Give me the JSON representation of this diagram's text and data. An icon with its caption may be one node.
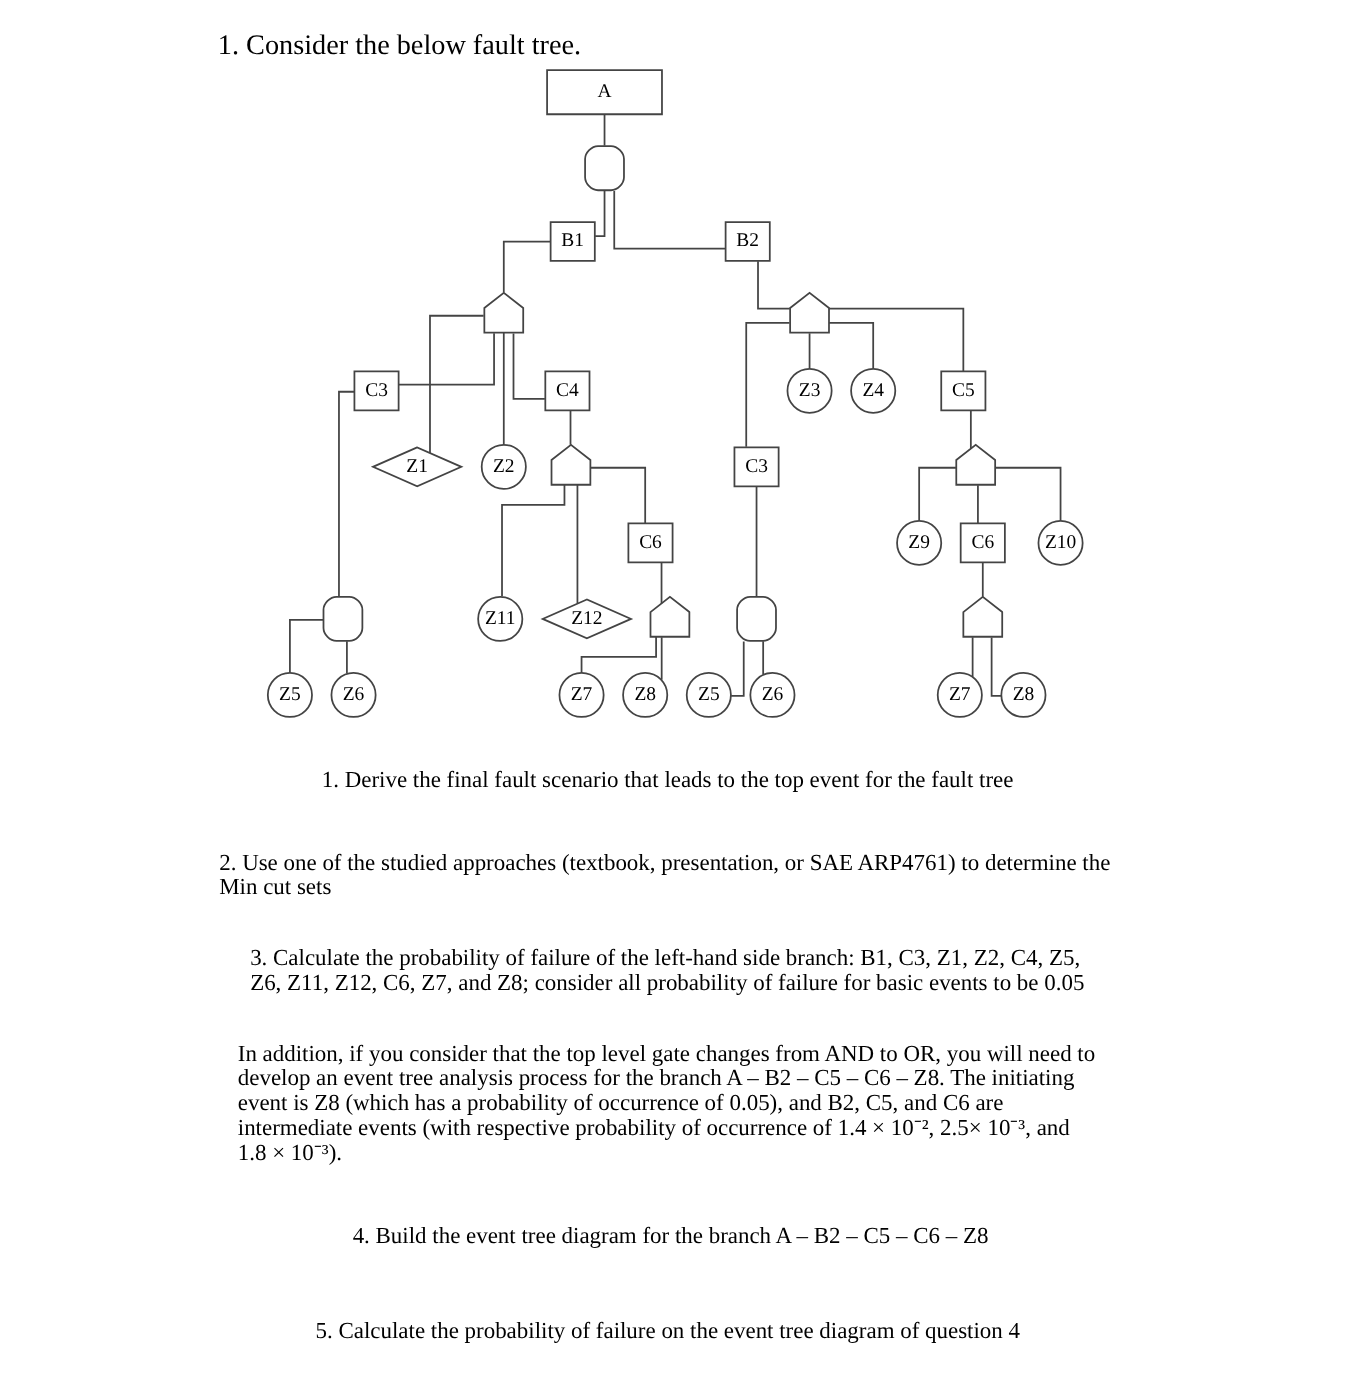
{
  "diagram": {
    "title": "1. Consider the below fault tree.",
    "nodes": [
      {
        "text": [
          "A"
        ]
      },
      {
        "text": [],
        "shape": "and-gate"
      },
      {
        "text": [
          "B1"
        ]
      },
      {
        "text": [
          "B2"
        ]
      },
      {
        "text": [],
        "shape": "or-gate"
      },
      {
        "text": [
          "C3"
        ]
      },
      {
        "text": [
          "Z1"
        ]
      },
      {
        "text": [
          "Z2"
        ]
      },
      {
        "text": [
          "C4"
        ]
      },
      {
        "text": [],
        "shape": "and-gate"
      },
      {
        "text": [
          "Z5"
        ]
      },
      {
        "text": [
          "Z6"
        ]
      },
      {
        "text": [],
        "shape": "or-gate"
      },
      {
        "text": [
          "Z11"
        ]
      },
      {
        "text": [
          "Z12"
        ]
      },
      {
        "text": [
          "C6"
        ]
      },
      {
        "text": [],
        "shape": "or-gate"
      },
      {
        "text": [
          "Z7"
        ]
      },
      {
        "text": [
          "Z8"
        ]
      },
      {
        "text": [],
        "shape": "or-gate"
      },
      {
        "text": [
          "C3"
        ]
      },
      {
        "text": [
          "Z3"
        ]
      },
      {
        "text": [
          "Z4"
        ]
      },
      {
        "text": [
          "C5"
        ]
      },
      {
        "text": [],
        "shape": "and-gate"
      },
      {
        "text": [
          "Z5"
        ]
      },
      {
        "text": [
          "Z6"
        ]
      },
      {
        "text": [],
        "shape": "or-gate"
      },
      {
        "text": [
          "Z9"
        ]
      },
      {
        "text": [
          "C6"
        ]
      },
      {
        "text": [
          "Z10"
        ]
      },
      {
        "text": [],
        "shape": "or-gate"
      },
      {
        "text": [
          "Z7"
        ]
      },
      {
        "text": [
          "Z8"
        ]
      }
    ],
    "edges": [
      {
        "from": 0,
        "to": 1,
        "arrow": "none"
      },
      {
        "from": 1,
        "to": 2,
        "arrow": "none"
      },
      {
        "from": 1,
        "to": 3,
        "arrow": "none"
      },
      {
        "from": 2,
        "to": 4,
        "arrow": "none"
      },
      {
        "from": 4,
        "to": 5,
        "arrow": "none"
      },
      {
        "from": 4,
        "to": 6,
        "arrow": "none"
      },
      {
        "from": 4,
        "to": 7,
        "arrow": "none"
      },
      {
        "from": 4,
        "to": 8,
        "arrow": "none"
      },
      {
        "from": 5,
        "to": 9,
        "arrow": "none"
      },
      {
        "from": 9,
        "to": 10,
        "arrow": "none"
      },
      {
        "from": 9,
        "to": 11,
        "arrow": "none"
      },
      {
        "from": 8,
        "to": 12,
        "arrow": "none"
      },
      {
        "from": 12,
        "to": 13,
        "arrow": "none"
      },
      {
        "from": 12,
        "to": 14,
        "arrow": "none"
      },
      {
        "from": 12,
        "to": 15,
        "arrow": "none"
      },
      {
        "from": 15,
        "to": 16,
        "arrow": "none"
      },
      {
        "from": 16,
        "to": 17,
        "arrow": "none"
      },
      {
        "from": 16,
        "to": 18,
        "arrow": "none"
      },
      {
        "from": 3,
        "to": 19,
        "arrow": "none"
      },
      {
        "from": 19,
        "to": 20,
        "arrow": "none"
      },
      {
        "from": 19,
        "to": 21,
        "arrow": "none"
      },
      {
        "from": 19,
        "to": 22,
        "arrow": "none"
      },
      {
        "from": 19,
        "to": 23,
        "arrow": "none"
      },
      {
        "from": 20,
        "to": 24,
        "arrow": "none"
      },
      {
        "from": 24,
        "to": 25,
        "arrow": "none"
      },
      {
        "from": 24,
        "to": 26,
        "arrow": "none"
      },
      {
        "from": 23,
        "to": 27,
        "arrow": "none"
      },
      {
        "from": 27,
        "to": 28,
        "arrow": "none"
      },
      {
        "from": 27,
        "to": 29,
        "arrow": "none"
      },
      {
        "from": 27,
        "to": 30,
        "arrow": "none"
      },
      {
        "from": 29,
        "to": 31,
        "arrow": "none"
      },
      {
        "from": 31,
        "to": 32,
        "arrow": "none"
      },
      {
        "from": 31,
        "to": 33,
        "arrow": "none"
      }
    ],
    "labels": [
      "1. Derive the final fault scenario that leads to the top event for the fault tree",
      "2. Use one of the studied approaches (textbook, presentation, or SAE ARP4761) to determine the Min cut sets",
      "3. Calculate the probability of failure of the left-hand side branch: B1, C3, Z1, Z2, C4, Z5, Z6, Z11, Z12, C6, Z7, and Z8; consider all probability of failure for basic events to be 0.05",
      "In addition, if you consider that the top level gate changes from AND to OR, you will need to develop an event tree analysis process for the branch A – B2 – C5 – C6 – Z8. The initiating event is Z8 (which has a probability of occurrence of 0.05), and B2, C5, and C6 are intermediate events (with respective probability of occurrence of 1.4 × 10⁻², 2.5× 10⁻³, and 1.8 × 10⁻³).",
      "4. Build the event tree diagram for the branch A – B2 – C5 – C6 – Z8",
      "5. Calculate the probability of failure on the event tree diagram of question 4"
    ]
  }
}
